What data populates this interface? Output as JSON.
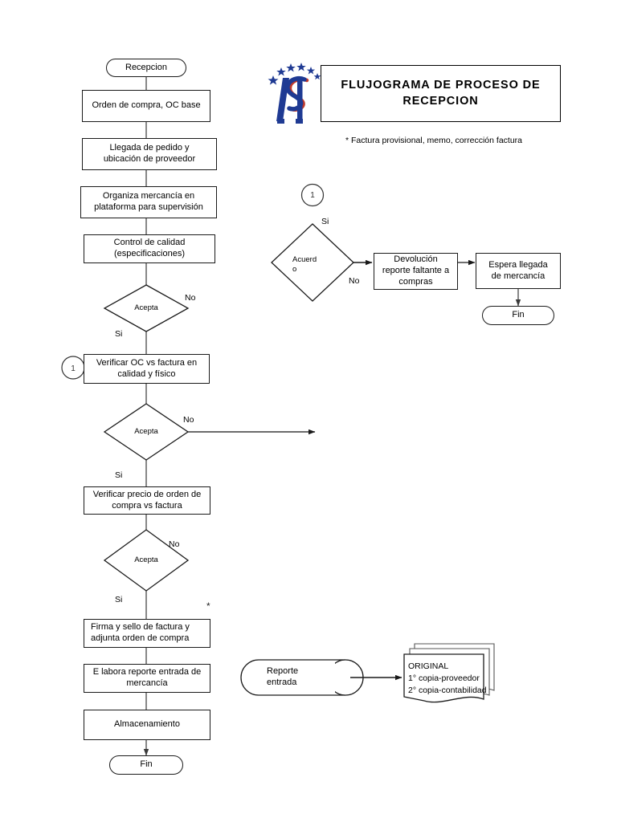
{
  "document": {
    "title": "FLUJOGRAMA DE PROCESO DE RECEPCION",
    "footnote": "* Factura provisional, memo, corrección factura",
    "logo_name": "is-stars-logo",
    "asterisk": "*"
  },
  "colors": {
    "stroke": "#1a1a1a",
    "line": "#555555",
    "logo_blue": "#1f3a93",
    "logo_red": "#c0392b",
    "background": "#ffffff"
  },
  "main_flow": {
    "start": "Recepcion",
    "steps": [
      {
        "id": "orden-compra",
        "label": "Orden de compra,  OC base"
      },
      {
        "id": "llegada-pedido",
        "label": "Llegada de pedido y\nubicación de proveedor"
      },
      {
        "id": "organiza-mercancia",
        "label": "Organiza mercancía en\nplataforma para supervisión"
      },
      {
        "id": "control-calidad",
        "label": "Control de calidad\n(especificaciones)"
      }
    ],
    "decision_1": {
      "id": "acepta-1",
      "label": "Acepta",
      "yes": "Si",
      "no": "No"
    },
    "verificar_oc": {
      "id": "verificar-oc",
      "label": "Verificar OC vs factura en\ncalidad y físico"
    },
    "decision_2": {
      "id": "acepta-2",
      "label": "Acepta",
      "yes": "Si",
      "no": "No"
    },
    "verificar_precio": {
      "id": "verificar-precio",
      "label": "Verificar precio de orden de\ncompra vs factura"
    },
    "decision_3": {
      "id": "acepta-3",
      "label": "Acepta",
      "yes": "Si",
      "no": "No"
    },
    "firma_sello": {
      "id": "firma-sello",
      "label": "Firma y sello de factura y\nadjunta orden de compra"
    },
    "elabora_reporte": {
      "id": "elabora-reporte",
      "label": "E labora reporte entrada de\nmercancía"
    },
    "almacenamiento": {
      "id": "almacenamiento",
      "label": "Almacenamiento"
    },
    "end": "Fin"
  },
  "branch_flow": {
    "connector": "1",
    "decision": {
      "id": "acuerdo",
      "label_line1": "Acuerd",
      "label_line2": "o",
      "yes": "Si",
      "no": "No"
    },
    "devolucion": {
      "id": "devolucion",
      "label": "Devolución\nreporte faltante a\ncompras"
    },
    "espera": {
      "id": "espera",
      "label": "Espera llegada\nde mercancía"
    },
    "end": "Fin"
  },
  "connectors": {
    "left_marker": "1",
    "right_marker": "1"
  },
  "report_output": {
    "tape": {
      "id": "reporte-entrada",
      "label": "Reporte\nentrada"
    },
    "document_stack": {
      "id": "copias-documento",
      "lines": [
        "ORIGINAL",
        "1° copia-proveedor",
        "2° copia-contabilidad"
      ]
    }
  }
}
